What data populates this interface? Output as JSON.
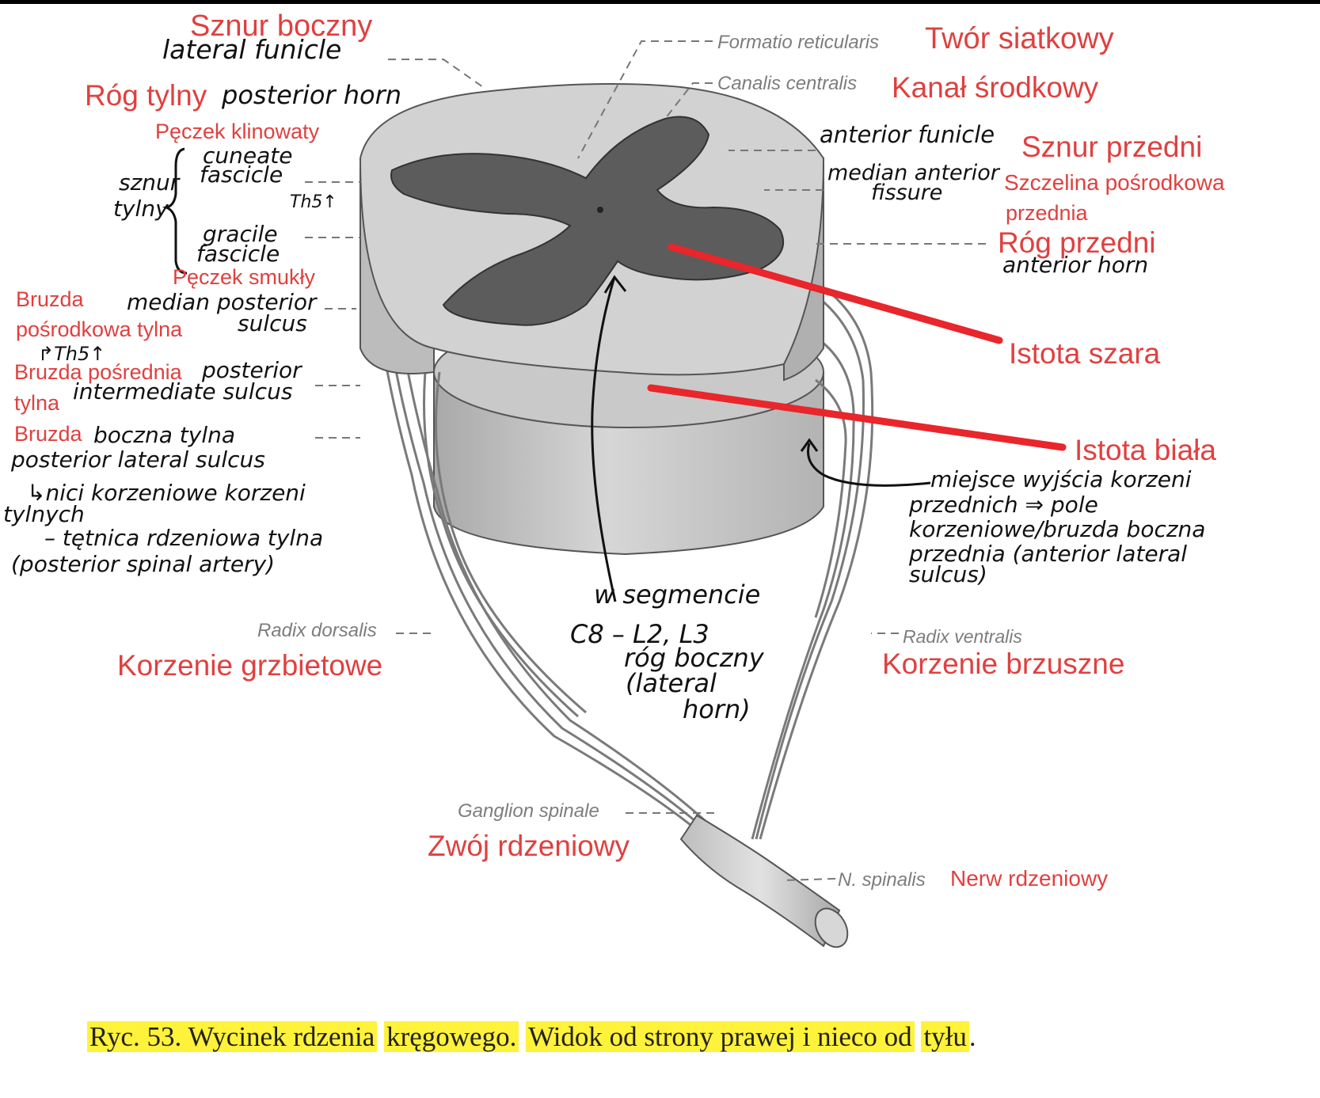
{
  "labels_pl": {
    "sznur_boczny": "Sznur boczny",
    "rog_tylny": "Róg tylny",
    "peczek_klinowaty": "Pęczek klinowaty",
    "peczek_smukly": "Pęczek smukły",
    "bruzda_posrodkowa_1": "Bruzda",
    "bruzda_posrodkowa_2": "pośrodkowa tylna",
    "bruzda_posrednia_1": "Bruzda pośrednia",
    "bruzda_posrednia_2": "tylna",
    "bruzda_boczna": "Bruzda",
    "tworz_siatkowy": "Twór siatkowy",
    "kanal_srodkowy": "Kanał środkowy",
    "sznur_przedni": "Sznur przedni",
    "szczelina_1": "Szczelina pośrodkowa",
    "szczelina_2": "przednia",
    "rog_przedni": "Róg przedni",
    "istota_szara": "Istota szara",
    "istota_biala": "Istota biała",
    "korzenie_grzbietowe": "Korzenie grzbietowe",
    "korzenie_brzuszne": "Korzenie brzuszne",
    "zwoj_rdzeniowy": "Zwój rdzeniowy",
    "nerw_rdzeniowy": "Nerw rdzeniowy"
  },
  "labels_lat": {
    "formatio_reticularis": "Formatio reticularis",
    "canalis_centralis": "Canalis centralis",
    "radix_dorsalis": "Radix dorsalis",
    "radix_ventralis": "Radix ventralis",
    "ganglion_spinale": "Ganglion spinale",
    "n_spinalis": "N. spinalis"
  },
  "handwritten": {
    "lateral_funicle": "lateral funicle",
    "posterior_horn": "posterior horn",
    "sznur": "sznur",
    "tylny": "tylny",
    "cuneate": "cuneate",
    "fascicle_1": "fascicle",
    "th5_1": "Th5↑",
    "gracile": "gracile",
    "fascicle_2": "fascicle",
    "median_posterior": "median posterior",
    "sulcus_1": "sulcus",
    "th5_2": "↱Th5↑",
    "posterior": "posterior",
    "intermediate_sulcus": "intermediate sulcus",
    "boczna_tylna": "boczna tylna",
    "posterior_lateral_sulcus": "posterior lateral sulcus",
    "nici_1": "↳nici korzeniowe korzeni",
    "nici_2": "tylnych",
    "tetnica": "– tętnica rdzeniowa tylna",
    "posterior_spinal_artery": "(posterior spinal artery)",
    "anterior_funicle": "anterior funicle",
    "median_anterior": "median anterior",
    "fissure": "fissure",
    "anterior_horn": "anterior horn",
    "miejsce_1": "miejsce wyjścia korzeni",
    "miejsce_2": "przednich ⇒ pole",
    "miejsce_3": "korzeniowe/bruzda boczna",
    "miejsce_4": "przednia (anterior lateral",
    "miejsce_5": "sulcus)",
    "segment_1": "w segmencie",
    "segment_2": "C8 – L2, L3",
    "segment_3": "róg boczny",
    "segment_4": "(lateral",
    "segment_5": "horn)"
  },
  "caption": {
    "text_1": "Ryc. 53. Wycinek rdzenia",
    "text_2": "kręgowego.",
    "text_3": "Widok od strony prawej i nieco od",
    "text_4": "tyłu",
    "text_5": "."
  },
  "colors": {
    "red_label": "#e0403f",
    "pointer_red": "#e8262b",
    "grey_matter": "#5c5c5c",
    "white_matter": "#cfcfcf",
    "highlight": "#fff23a"
  }
}
